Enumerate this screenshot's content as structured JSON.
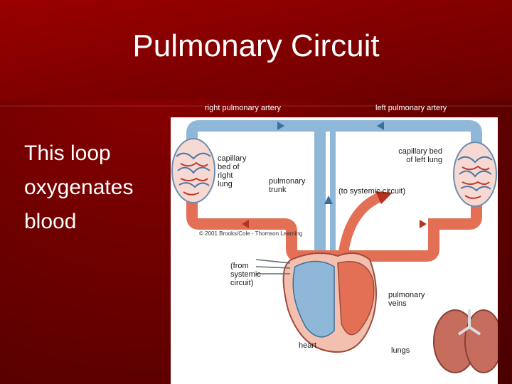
{
  "slide": {
    "title": "Pulmonary Circuit",
    "body_lines": [
      "This loop",
      "oxygenates",
      "blood"
    ]
  },
  "diagram_labels": {
    "right_pulmonary_artery": "right pulmonary artery",
    "left_pulmonary_artery": "left pulmonary artery",
    "capillary_right_lines": [
      "capillary",
      "bed of",
      "right",
      "lung"
    ],
    "pulmonary_trunk_lines": [
      "pulmonary",
      "trunk"
    ],
    "capillary_left_lines": [
      "capillary bed",
      "of left lung"
    ],
    "to_systemic": "(to systemic circuit)",
    "copyright": "© 2001 Brooks/Cole - Thomson Learning",
    "from_systemic_lines": [
      "(from",
      "systemic",
      "circuit)"
    ],
    "pulmonary_veins_lines": [
      "pulmonary",
      "veins"
    ],
    "heart": "heart",
    "lungs": "lungs"
  },
  "colors": {
    "deoxygenated_blue": "#8fb8d8",
    "oxygenated_red": "#e36f55",
    "background_red": "#7a0000"
  }
}
